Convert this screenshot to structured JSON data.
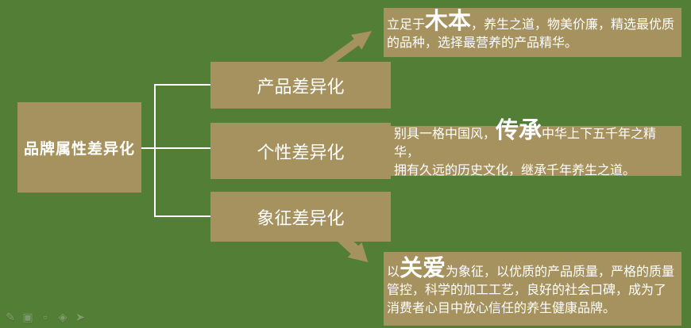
{
  "colors": {
    "background_green": "#527e35",
    "box_tan": "#a6925f",
    "text_white": "#ffffff"
  },
  "root_box": {
    "label": "品牌属性差异化"
  },
  "branches": [
    {
      "label": "产品差异化"
    },
    {
      "label": "个性差异化"
    },
    {
      "label": "象征差异化"
    }
  ],
  "descriptions": [
    {
      "pre": "立足于",
      "big": "木本",
      "tail": "，养生之道，物美价廉，精选最优质",
      "line2": "的品种，选择最营养的产品精华。"
    },
    {
      "pre": "别具一格中国风，",
      "big": "传承",
      "tail": "中华上下五千年之精华，",
      "line2": "拥有久远的历史文化，继承千年养生之道。"
    },
    {
      "pre": "以",
      "big": "关爱",
      "tail": "为象征，以优质的产品质量，严格的质量",
      "line2": "管控，科学的加工工艺，良好的社会口碑，成为了",
      "line3": "消费者心目中放心信任的养生健康品牌。"
    }
  ],
  "annotation_toolbar": {
    "icons": [
      {
        "name": "pencil",
        "glyph": "✎"
      },
      {
        "name": "picture",
        "glyph": "▣"
      },
      {
        "name": "dash",
        "glyph": "▫"
      },
      {
        "name": "diamond",
        "glyph": "◈"
      },
      {
        "name": "pointer",
        "glyph": "➤"
      }
    ]
  }
}
